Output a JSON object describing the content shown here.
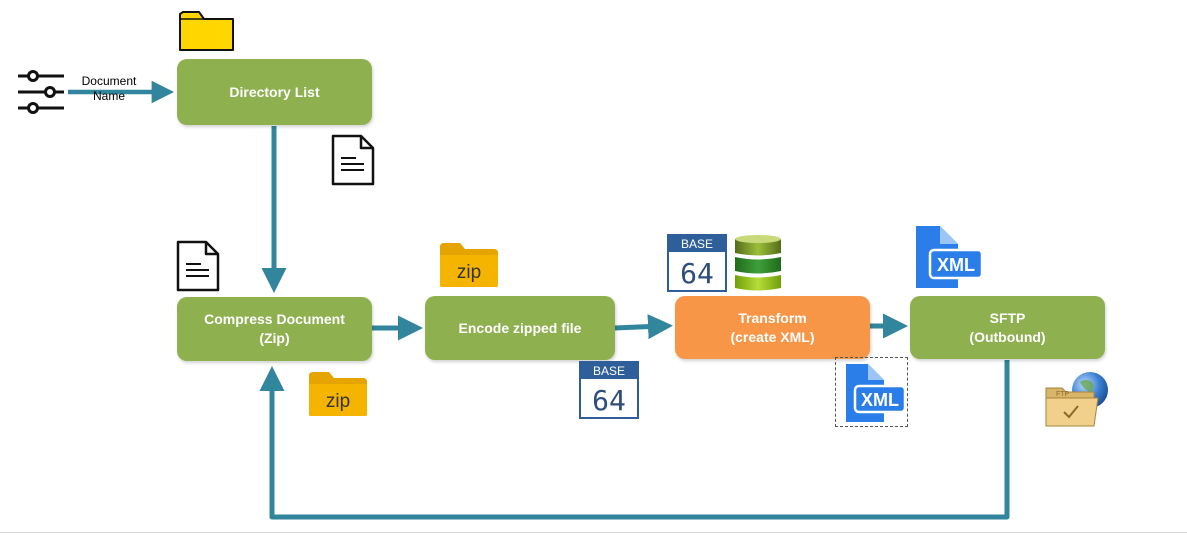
{
  "input": {
    "label_line1": "Document",
    "label_line2": "Name"
  },
  "nodes": {
    "directory_list": {
      "label": "Directory List"
    },
    "compress": {
      "line1": "Compress Document",
      "line2": "(Zip)"
    },
    "encode": {
      "label": "Encode zipped file"
    },
    "transform": {
      "line1": "Transform",
      "line2": "(create XML)"
    },
    "sftp": {
      "line1": "SFTP",
      "line2": "(Outbound)"
    }
  },
  "icons": {
    "zip_text": "zip",
    "base64_top": "BASE",
    "base64_num": "64",
    "xml_text": "XML",
    "ftp_text": "FTP"
  },
  "colors": {
    "green_box": "#8eb04f",
    "orange_box": "#f79646",
    "connector": "#31859c",
    "folder_yellow": "#ffd600",
    "zip_folder": "#f5b400",
    "base64_blue": "#2e5f9a",
    "xml_blue": "#2b7de9"
  }
}
